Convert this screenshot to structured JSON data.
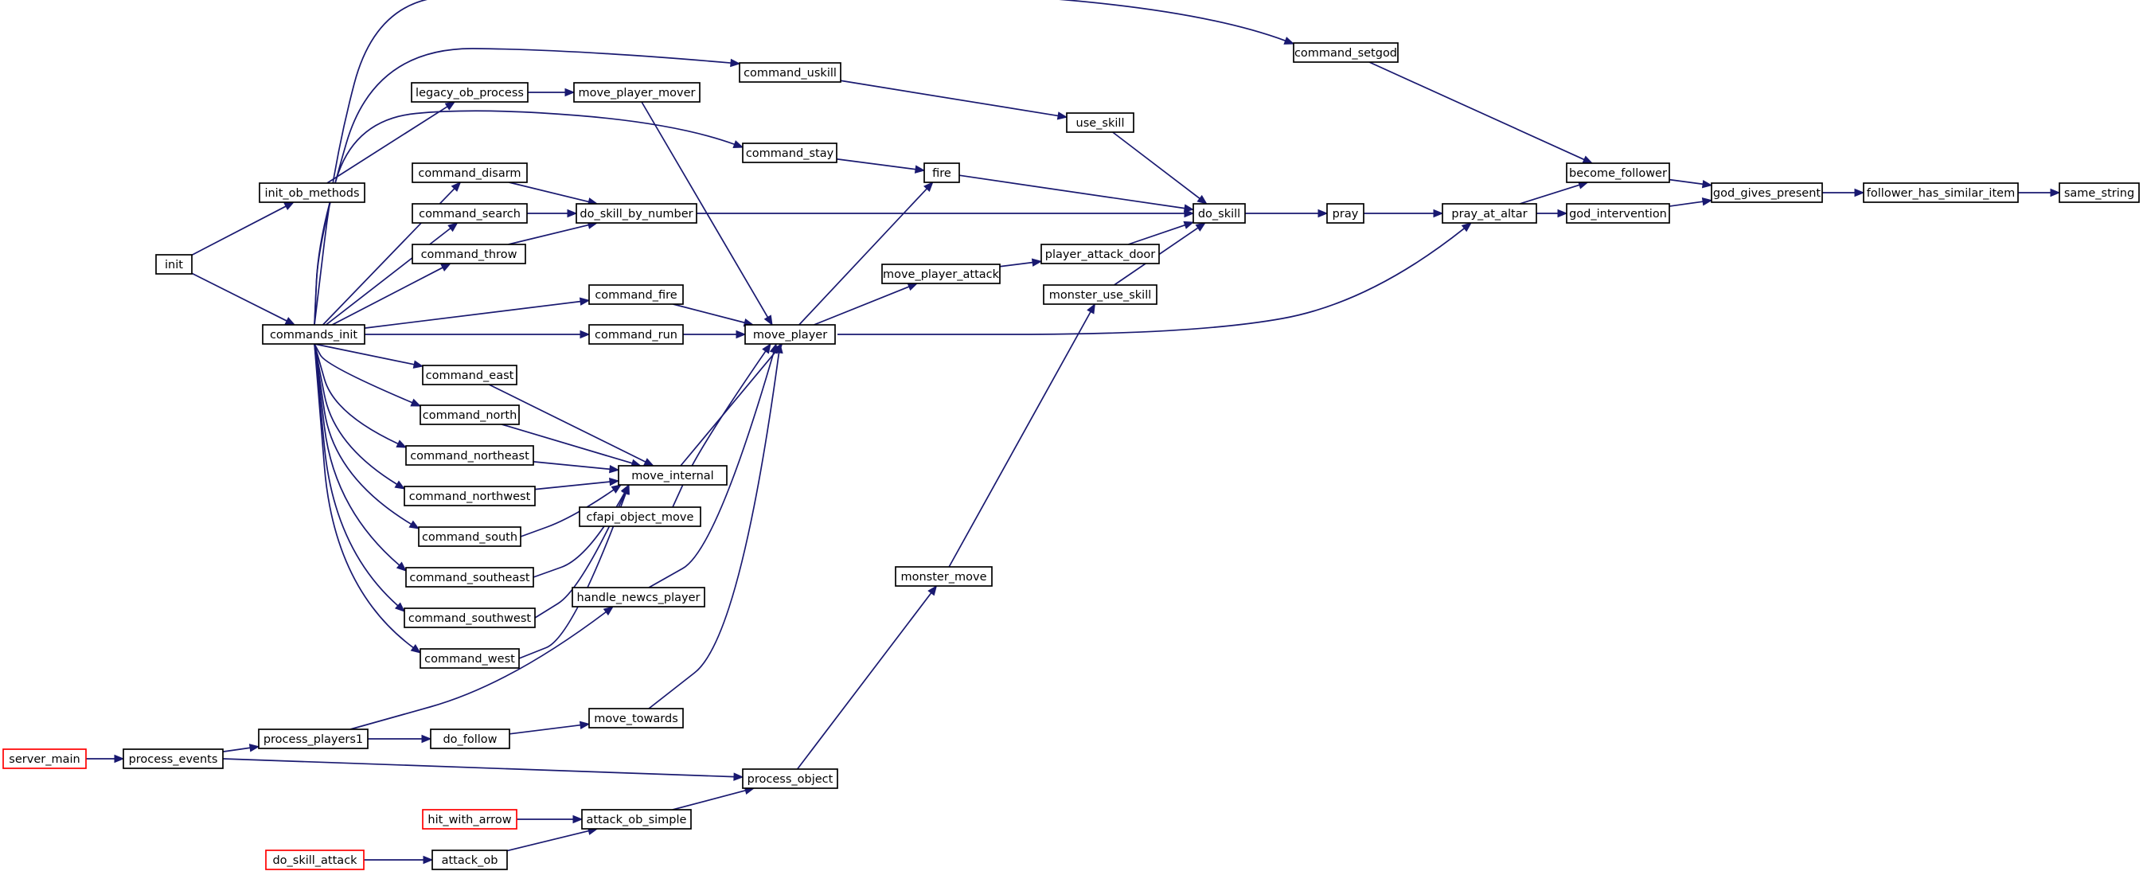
{
  "diagram": {
    "type": "call-graph",
    "colors": {
      "edge": "#191970",
      "node_border": "#000000",
      "truncated_border": "#ff0000",
      "highlight_fill": "#bfbfbf"
    },
    "nodes": [
      {
        "id": "same_string",
        "label": "same_string",
        "style": "highlight"
      },
      {
        "id": "follower_has_similar_item",
        "label": "follower_has_similar_item",
        "style": "normal"
      },
      {
        "id": "god_gives_present",
        "label": "god_gives_present",
        "style": "normal"
      },
      {
        "id": "become_follower",
        "label": "become_follower",
        "style": "normal"
      },
      {
        "id": "god_intervention",
        "label": "god_intervention",
        "style": "normal"
      },
      {
        "id": "command_setgod",
        "label": "command_setgod",
        "style": "normal"
      },
      {
        "id": "pray_at_altar",
        "label": "pray_at_altar",
        "style": "normal"
      },
      {
        "id": "pray",
        "label": "pray",
        "style": "normal"
      },
      {
        "id": "do_skill",
        "label": "do_skill",
        "style": "normal"
      },
      {
        "id": "use_skill",
        "label": "use_skill",
        "style": "normal"
      },
      {
        "id": "player_attack_door",
        "label": "player_attack_door",
        "style": "normal"
      },
      {
        "id": "monster_use_skill",
        "label": "monster_use_skill",
        "style": "normal"
      },
      {
        "id": "command_uskill",
        "label": "command_uskill",
        "style": "normal"
      },
      {
        "id": "fire",
        "label": "fire",
        "style": "normal"
      },
      {
        "id": "command_stay",
        "label": "command_stay",
        "style": "normal"
      },
      {
        "id": "move_player_attack",
        "label": "move_player_attack",
        "style": "normal"
      },
      {
        "id": "move_player",
        "label": "move_player",
        "style": "normal"
      },
      {
        "id": "monster_move",
        "label": "monster_move",
        "style": "normal"
      },
      {
        "id": "process_object",
        "label": "process_object",
        "style": "normal"
      },
      {
        "id": "do_skill_by_number",
        "label": "do_skill_by_number",
        "style": "normal"
      },
      {
        "id": "move_player_mover",
        "label": "move_player_mover",
        "style": "normal"
      },
      {
        "id": "legacy_ob_process",
        "label": "legacy_ob_process",
        "style": "normal"
      },
      {
        "id": "command_disarm",
        "label": "command_disarm",
        "style": "normal"
      },
      {
        "id": "command_search",
        "label": "command_search",
        "style": "normal"
      },
      {
        "id": "command_throw",
        "label": "command_throw",
        "style": "normal"
      },
      {
        "id": "command_fire",
        "label": "command_fire",
        "style": "normal"
      },
      {
        "id": "command_run",
        "label": "command_run",
        "style": "normal"
      },
      {
        "id": "move_internal",
        "label": "move_internal",
        "style": "normal"
      },
      {
        "id": "cfapi_object_move",
        "label": "cfapi_object_move",
        "style": "normal"
      },
      {
        "id": "handle_newcs_player",
        "label": "handle_newcs_player",
        "style": "normal"
      },
      {
        "id": "move_towards",
        "label": "move_towards",
        "style": "normal"
      },
      {
        "id": "command_east",
        "label": "command_east",
        "style": "normal"
      },
      {
        "id": "command_north",
        "label": "command_north",
        "style": "normal"
      },
      {
        "id": "command_northeast",
        "label": "command_northeast",
        "style": "normal"
      },
      {
        "id": "command_northwest",
        "label": "command_northwest",
        "style": "normal"
      },
      {
        "id": "command_south",
        "label": "command_south",
        "style": "normal"
      },
      {
        "id": "command_southeast",
        "label": "command_southeast",
        "style": "normal"
      },
      {
        "id": "command_southwest",
        "label": "command_southwest",
        "style": "normal"
      },
      {
        "id": "command_west",
        "label": "command_west",
        "style": "normal"
      },
      {
        "id": "commands_init",
        "label": "commands_init",
        "style": "normal"
      },
      {
        "id": "init_ob_methods",
        "label": "init_ob_methods",
        "style": "normal"
      },
      {
        "id": "init",
        "label": "init",
        "style": "normal"
      },
      {
        "id": "process_players1",
        "label": "process_players1",
        "style": "normal"
      },
      {
        "id": "do_follow",
        "label": "do_follow",
        "style": "normal"
      },
      {
        "id": "process_events",
        "label": "process_events",
        "style": "normal"
      },
      {
        "id": "server_main",
        "label": "server_main",
        "style": "truncated"
      },
      {
        "id": "attack_ob_simple",
        "label": "attack_ob_simple",
        "style": "normal"
      },
      {
        "id": "hit_with_arrow",
        "label": "hit_with_arrow",
        "style": "truncated"
      },
      {
        "id": "attack_ob",
        "label": "attack_ob",
        "style": "normal"
      },
      {
        "id": "do_skill_attack",
        "label": "do_skill_attack",
        "style": "truncated"
      }
    ],
    "edges": [
      {
        "from": "same_string",
        "to": "follower_has_similar_item"
      },
      {
        "from": "follower_has_similar_item",
        "to": "god_gives_present"
      },
      {
        "from": "god_gives_present",
        "to": "become_follower"
      },
      {
        "from": "god_gives_present",
        "to": "god_intervention"
      },
      {
        "from": "become_follower",
        "to": "command_setgod"
      },
      {
        "from": "become_follower",
        "to": "pray_at_altar"
      },
      {
        "from": "god_intervention",
        "to": "pray_at_altar"
      },
      {
        "from": "pray_at_altar",
        "to": "pray"
      },
      {
        "from": "pray_at_altar",
        "to": "move_player"
      },
      {
        "from": "pray",
        "to": "do_skill"
      },
      {
        "from": "command_setgod",
        "to": "commands_init"
      },
      {
        "from": "do_skill",
        "to": "use_skill"
      },
      {
        "from": "do_skill",
        "to": "fire"
      },
      {
        "from": "do_skill",
        "to": "do_skill_by_number"
      },
      {
        "from": "do_skill",
        "to": "player_attack_door"
      },
      {
        "from": "do_skill",
        "to": "monster_use_skill"
      },
      {
        "from": "use_skill",
        "to": "command_uskill"
      },
      {
        "from": "command_uskill",
        "to": "commands_init"
      },
      {
        "from": "fire",
        "to": "command_stay"
      },
      {
        "from": "fire",
        "to": "move_player"
      },
      {
        "from": "command_stay",
        "to": "commands_init"
      },
      {
        "from": "player_attack_door",
        "to": "move_player_attack"
      },
      {
        "from": "move_player_attack",
        "to": "move_player"
      },
      {
        "from": "monster_use_skill",
        "to": "monster_move"
      },
      {
        "from": "monster_move",
        "to": "process_object"
      },
      {
        "from": "process_object",
        "to": "process_events"
      },
      {
        "from": "process_object",
        "to": "attack_ob_simple"
      },
      {
        "from": "do_skill_by_number",
        "to": "command_disarm"
      },
      {
        "from": "do_skill_by_number",
        "to": "command_search"
      },
      {
        "from": "do_skill_by_number",
        "to": "command_throw"
      },
      {
        "from": "command_disarm",
        "to": "commands_init"
      },
      {
        "from": "command_search",
        "to": "commands_init"
      },
      {
        "from": "command_throw",
        "to": "commands_init"
      },
      {
        "from": "move_player",
        "to": "move_player_mover"
      },
      {
        "from": "move_player",
        "to": "command_fire"
      },
      {
        "from": "move_player",
        "to": "command_run"
      },
      {
        "from": "move_player",
        "to": "move_internal"
      },
      {
        "from": "move_player",
        "to": "cfapi_object_move"
      },
      {
        "from": "move_player",
        "to": "handle_newcs_player"
      },
      {
        "from": "move_player",
        "to": "move_towards"
      },
      {
        "from": "move_player_mover",
        "to": "legacy_ob_process"
      },
      {
        "from": "legacy_ob_process",
        "to": "init_ob_methods"
      },
      {
        "from": "command_fire",
        "to": "commands_init"
      },
      {
        "from": "command_run",
        "to": "commands_init"
      },
      {
        "from": "move_internal",
        "to": "command_east"
      },
      {
        "from": "move_internal",
        "to": "command_north"
      },
      {
        "from": "move_internal",
        "to": "command_northeast"
      },
      {
        "from": "move_internal",
        "to": "command_northwest"
      },
      {
        "from": "move_internal",
        "to": "command_south"
      },
      {
        "from": "move_internal",
        "to": "command_southeast"
      },
      {
        "from": "move_internal",
        "to": "command_southwest"
      },
      {
        "from": "move_internal",
        "to": "command_west"
      },
      {
        "from": "command_east",
        "to": "commands_init"
      },
      {
        "from": "command_north",
        "to": "commands_init"
      },
      {
        "from": "command_northeast",
        "to": "commands_init"
      },
      {
        "from": "command_northwest",
        "to": "commands_init"
      },
      {
        "from": "command_south",
        "to": "commands_init"
      },
      {
        "from": "command_southeast",
        "to": "commands_init"
      },
      {
        "from": "command_southwest",
        "to": "commands_init"
      },
      {
        "from": "command_west",
        "to": "commands_init"
      },
      {
        "from": "handle_newcs_player",
        "to": "process_players1"
      },
      {
        "from": "move_towards",
        "to": "do_follow"
      },
      {
        "from": "do_follow",
        "to": "process_players1"
      },
      {
        "from": "process_players1",
        "to": "process_events"
      },
      {
        "from": "process_events",
        "to": "server_main"
      },
      {
        "from": "commands_init",
        "to": "init"
      },
      {
        "from": "init_ob_methods",
        "to": "init"
      },
      {
        "from": "attack_ob_simple",
        "to": "hit_with_arrow"
      },
      {
        "from": "attack_ob_simple",
        "to": "attack_ob"
      },
      {
        "from": "attack_ob",
        "to": "do_skill_attack"
      }
    ]
  }
}
